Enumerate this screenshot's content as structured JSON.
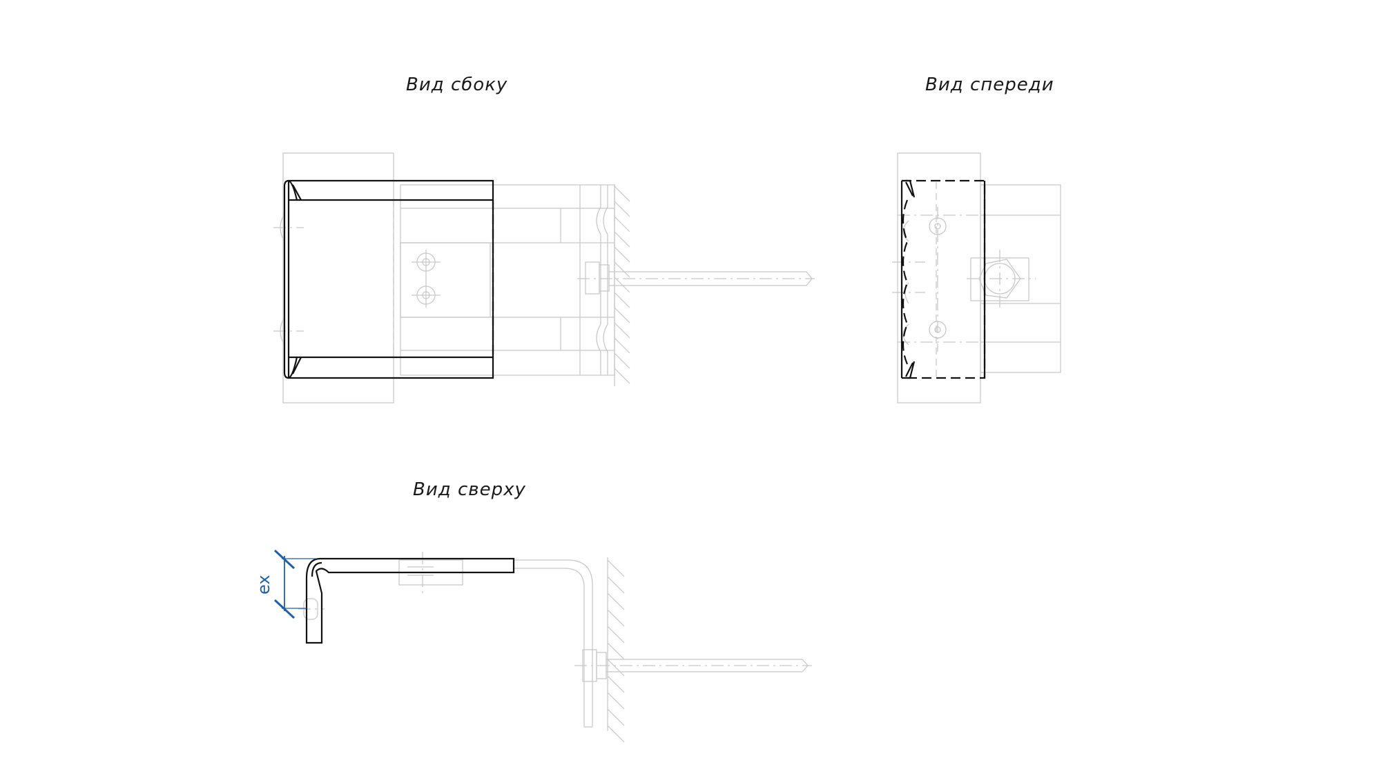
{
  "views": {
    "side_title": "Вид сбоку",
    "front_title": "Вид спереди",
    "top_title": "Вид сверху"
  },
  "dimension": {
    "label": "ex",
    "color": "#1f5fa8"
  },
  "colors": {
    "foreground_part": "#111111",
    "context_lines": "#c8c8c8",
    "background": "#ffffff"
  }
}
